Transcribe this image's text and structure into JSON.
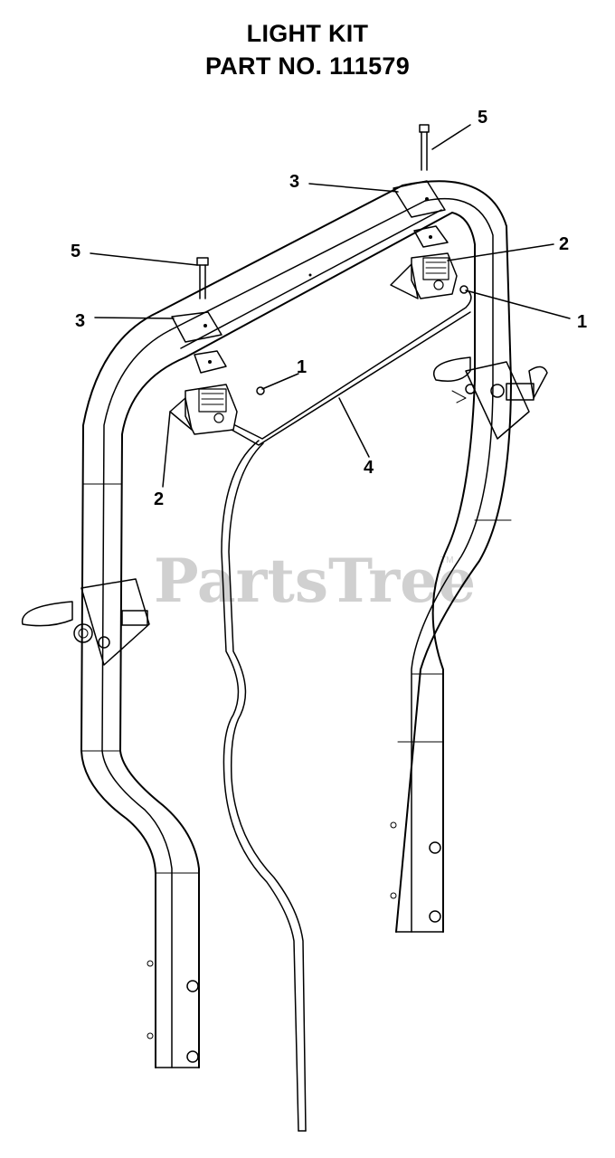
{
  "title": {
    "line1": "LIGHT KIT",
    "line2": "PART NO. 111579"
  },
  "watermark": {
    "text": "PartsTree",
    "trademark": "TM",
    "color": "#d0d0d0"
  },
  "callouts": [
    {
      "id": "callout-5-right",
      "number": "5"
    },
    {
      "id": "callout-3-right",
      "number": "3"
    },
    {
      "id": "callout-2-right",
      "number": "2"
    },
    {
      "id": "callout-1-right",
      "number": "1"
    },
    {
      "id": "callout-5-left",
      "number": "5"
    },
    {
      "id": "callout-3-left",
      "number": "3"
    },
    {
      "id": "callout-1-left",
      "number": "1"
    },
    {
      "id": "callout-4",
      "number": "4"
    },
    {
      "id": "callout-2-left",
      "number": "2"
    }
  ]
}
